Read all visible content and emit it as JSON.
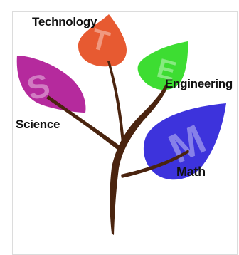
{
  "labels": {
    "technology": "Technology",
    "engineering": "Engineering",
    "science": "Science",
    "math": "Math"
  },
  "leaf_letters": {
    "science": "S",
    "technology": "T",
    "engineering": "E",
    "math": "M"
  },
  "colors": {
    "science_leaf": "#b52a9d",
    "technology_leaf": "#e75a31",
    "engineering_leaf": "#3ddd32",
    "math_leaf": "#3d33dc",
    "stem": "#4a240f",
    "frame": "#d7d7d7"
  }
}
